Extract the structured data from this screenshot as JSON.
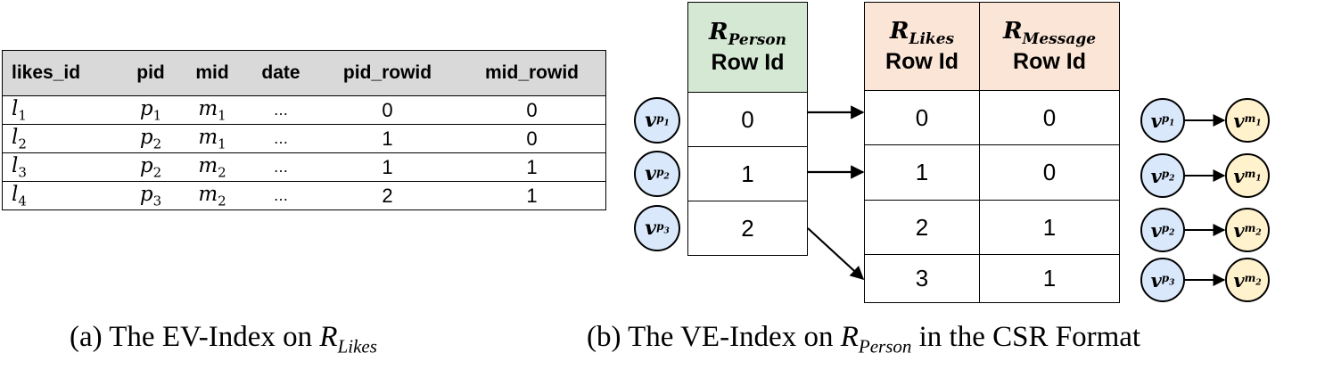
{
  "ev_table": {
    "headers": [
      "likes_id",
      "pid",
      "mid",
      "date",
      "pid_rowid",
      "mid_rowid"
    ],
    "rows": [
      {
        "likes_id": "l",
        "likes_sub": "1",
        "pid": "p",
        "pid_sub": "1",
        "mid": "m",
        "mid_sub": "1",
        "date": "…",
        "pid_rowid": "0",
        "mid_rowid": "0"
      },
      {
        "likes_id": "l",
        "likes_sub": "2",
        "pid": "p",
        "pid_sub": "2",
        "mid": "m",
        "mid_sub": "1",
        "date": "…",
        "pid_rowid": "1",
        "mid_rowid": "0"
      },
      {
        "likes_id": "l",
        "likes_sub": "3",
        "pid": "p",
        "pid_sub": "2",
        "mid": "m",
        "mid_sub": "2",
        "date": "…",
        "pid_rowid": "1",
        "mid_rowid": "1"
      },
      {
        "likes_id": "l",
        "likes_sub": "4",
        "pid": "p",
        "pid_sub": "3",
        "mid": "m",
        "mid_sub": "2",
        "date": "…",
        "pid_rowid": "2",
        "mid_rowid": "1"
      }
    ]
  },
  "caption_a": {
    "prefix": "(a) The EV-Index on ",
    "math": "R",
    "sub": "Likes"
  },
  "caption_b": {
    "prefix": "(b) The VE-Index on ",
    "math": "R",
    "sub": "Person",
    "suffix": " in the CSR Format"
  },
  "person_header": {
    "r": "R",
    "sub": "Person",
    "label": "Row Id",
    "color": "#d5e8d4"
  },
  "likes_header": {
    "r": "R",
    "sub": "Likes",
    "label": "Row Id",
    "color": "#fbe5d6"
  },
  "message_header": {
    "r": "R",
    "sub": "Message",
    "label": "Row Id",
    "color": "#fbe5d6"
  },
  "person_rows": [
    "0",
    "1",
    "2"
  ],
  "likes_rows": [
    {
      "likes": "0",
      "message": "0"
    },
    {
      "likes": "1",
      "message": "0"
    },
    {
      "likes": "2",
      "message": "1"
    },
    {
      "likes": "3",
      "message": "1"
    }
  ],
  "person_nodes": [
    {
      "v": "v",
      "p": "p",
      "n": "1"
    },
    {
      "v": "v",
      "p": "p",
      "n": "2"
    },
    {
      "v": "v",
      "p": "p",
      "n": "3"
    }
  ],
  "edge_pairs": [
    {
      "from_v": "v",
      "from_p": "p",
      "from_n": "1",
      "to_v": "v",
      "to_m": "m",
      "to_n": "1"
    },
    {
      "from_v": "v",
      "from_p": "p",
      "from_n": "2",
      "to_v": "v",
      "to_m": "m",
      "to_n": "1"
    },
    {
      "from_v": "v",
      "from_p": "p",
      "from_n": "2",
      "to_v": "v",
      "to_m": "m",
      "to_n": "2"
    },
    {
      "from_v": "v",
      "from_p": "p",
      "from_n": "3",
      "to_v": "v",
      "to_m": "m",
      "to_n": "2"
    }
  ],
  "colors": {
    "vertex_person": "#dae8fc",
    "vertex_message": "#fff2cc"
  }
}
